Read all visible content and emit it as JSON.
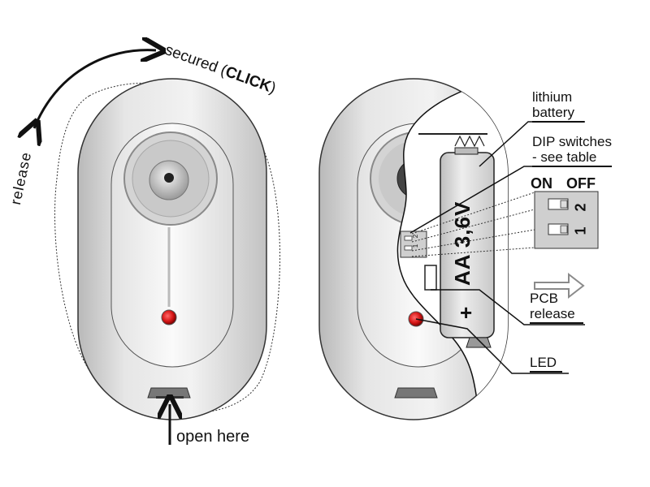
{
  "labels": {
    "secured": "secured (",
    "click": "CLICK",
    "close_paren": ")",
    "release": "release",
    "open_here": "open here",
    "lithium": "lithium",
    "battery": "battery",
    "dip": "DIP switches",
    "see_table": "- see table",
    "on": "ON",
    "off": "OFF",
    "pcb": "PCB",
    "pcb_release": "release",
    "led": "LED",
    "battery_text": "AA 3,6V",
    "plus": "+",
    "dip_small_1": "1",
    "dip_small_2": "2",
    "dip_big_1": "1",
    "dip_big_2": "2"
  },
  "colors": {
    "body_light": "#e9e9e9",
    "body_dark": "#bfbfbf",
    "led_red": "#d81818",
    "outline": "#222222",
    "arrow_gray": "#8a8a8a"
  }
}
